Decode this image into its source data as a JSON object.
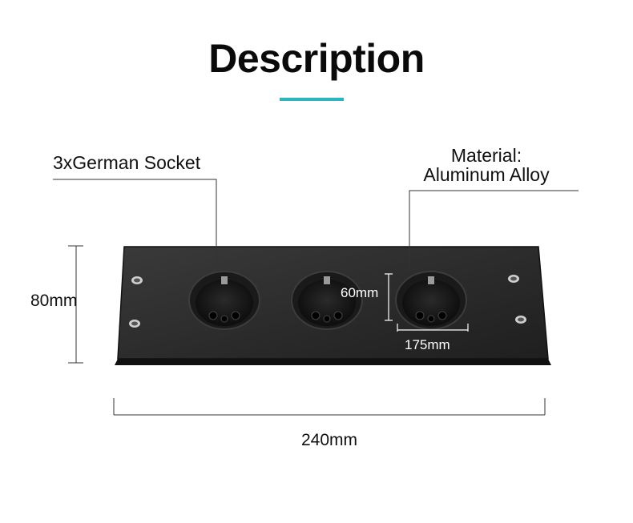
{
  "title": "Description",
  "accent_color": "#2bb5c0",
  "callouts": {
    "sockets": "3xGerman Socket",
    "material_line1": "Material:",
    "material_line2": "Aluminum Alloy"
  },
  "dimensions": {
    "height": "80mm",
    "width": "240mm",
    "socket_height": "60mm",
    "socket_width": "175mm"
  },
  "product": {
    "name": "3-socket black aluminum panel",
    "socket_count": 3,
    "panel_color": "#2a2a2a"
  }
}
